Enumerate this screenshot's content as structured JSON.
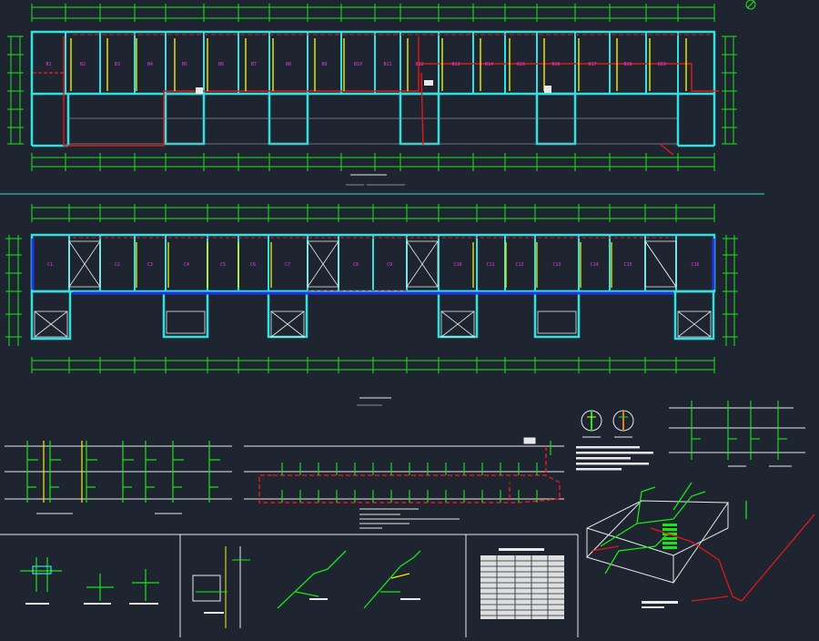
{
  "drawing": {
    "background": "#1e2530",
    "colors": {
      "grid": "#19e619",
      "wall": "#33e0e0",
      "pipe_red": "#e01818",
      "pipe_yellow": "#f0f000",
      "pipe_blue": "#2233ee",
      "white": "#e8e8e8",
      "magenta": "#e040e0",
      "gray": "#8a8f99"
    }
  },
  "plan1": {
    "room_labels": [
      "B1",
      "B2",
      "B3",
      "B4",
      "B5",
      "B6",
      "B7",
      "B8",
      "B9",
      "B10",
      "B11",
      "B12",
      "B13",
      "B14",
      "B15",
      "B16",
      "B17",
      "B18",
      "B19"
    ]
  },
  "plan2": {
    "room_labels": [
      "C1",
      "C2",
      "C3",
      "C4",
      "C5",
      "C6",
      "C7",
      "C8",
      "C9",
      "C10",
      "C11",
      "C12",
      "C13",
      "C14",
      "C15",
      "C16"
    ]
  }
}
